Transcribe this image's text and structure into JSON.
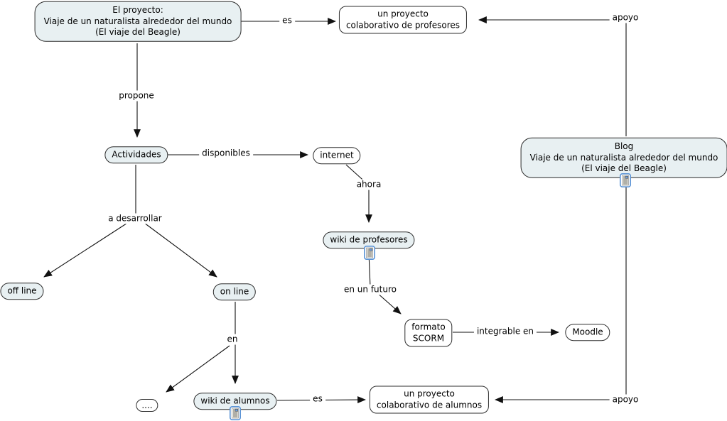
{
  "map": {
    "background": "#ffffff",
    "colors": {
      "concept_fill_tint": "#e8f0f2",
      "concept_fill_plain": "#ffffff",
      "concept_border": "#2d2d2d",
      "line_color": "#111111",
      "resource_icon_accent": "#5a93d5"
    }
  },
  "nodes": [
    {
      "id": "proyecto",
      "lines": [
        "El proyecto:",
        "Viaje de un naturalista alrededor del mundo",
        "(El viaje del Beagle)"
      ]
    },
    {
      "id": "proyecto-colaborativo-profesores",
      "lines": [
        "un proyecto",
        "colaborativo de profesores"
      ]
    },
    {
      "id": "actividades",
      "lines": [
        "Actividades"
      ]
    },
    {
      "id": "internet",
      "lines": [
        "internet"
      ]
    },
    {
      "id": "wiki-profesores",
      "lines": [
        "wiki de profesores"
      ],
      "resource_icon": true
    },
    {
      "id": "off-line",
      "lines": [
        "off line"
      ]
    },
    {
      "id": "on-line",
      "lines": [
        "on line"
      ]
    },
    {
      "id": "dots",
      "lines": [
        "...."
      ]
    },
    {
      "id": "wiki-alumnos",
      "lines": [
        "wiki de alumnos"
      ],
      "resource_icon": true
    },
    {
      "id": "proyecto-colaborativo-alumnos",
      "lines": [
        "un proyecto",
        "colaborativo de alumnos"
      ]
    },
    {
      "id": "formato-scorm",
      "lines": [
        "formato",
        "SCORM"
      ]
    },
    {
      "id": "moodle",
      "lines": [
        "Moodle"
      ]
    },
    {
      "id": "blog",
      "lines": [
        "Blog",
        "Viaje de un naturalista alrededor del mundo",
        "(El viaje del Beagle)"
      ],
      "resource_icon": true
    }
  ],
  "links": [
    {
      "label": "es",
      "from": "proyecto",
      "to": "proyecto-colaborativo-profesores"
    },
    {
      "label": "apoyo",
      "from": "blog",
      "to": "proyecto-colaborativo-profesores"
    },
    {
      "label": "propone",
      "from": "proyecto",
      "to": "actividades"
    },
    {
      "label": "disponibles",
      "from": "actividades",
      "to": "internet"
    },
    {
      "label": "ahora",
      "from": "internet",
      "to": "wiki-profesores"
    },
    {
      "label": "a desarrollar",
      "from": "actividades",
      "to": "off-line, on-line"
    },
    {
      "label": "en un futuro",
      "from": "wiki-profesores",
      "to": "formato-scorm"
    },
    {
      "label": "en",
      "from": "on-line",
      "to": "dots, wiki-alumnos"
    },
    {
      "label": "es",
      "from": "wiki-alumnos",
      "to": "proyecto-colaborativo-alumnos"
    },
    {
      "label": "integrable en",
      "from": "formato-scorm",
      "to": "moodle"
    },
    {
      "label": "apoyo",
      "from": "blog",
      "to": "proyecto-colaborativo-alumnos"
    }
  ]
}
